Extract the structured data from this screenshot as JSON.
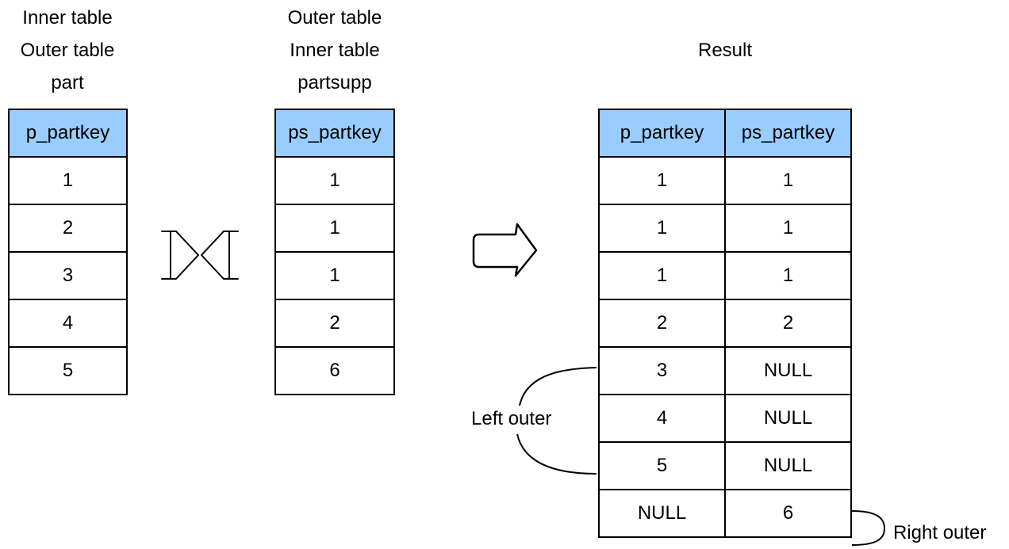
{
  "left_table": {
    "roles": [
      "Inner table",
      "Outer table"
    ],
    "name": "part",
    "header": "p_partkey",
    "rows": [
      "1",
      "2",
      "3",
      "4",
      "5"
    ]
  },
  "right_table": {
    "roles": [
      "Outer table",
      "Inner table"
    ],
    "name": "partsupp",
    "header": "ps_partkey",
    "rows": [
      "1",
      "1",
      "1",
      "2",
      "6"
    ]
  },
  "result": {
    "title": "Result",
    "headers": [
      "p_partkey",
      "ps_partkey"
    ],
    "rows": [
      [
        "1",
        "1"
      ],
      [
        "1",
        "1"
      ],
      [
        "1",
        "1"
      ],
      [
        "2",
        "2"
      ],
      [
        "3",
        "NULL"
      ],
      [
        "4",
        "NULL"
      ],
      [
        "5",
        "NULL"
      ],
      [
        "NULL",
        "6"
      ]
    ]
  },
  "annotations": {
    "left_outer": "Left outer",
    "right_outer": "Right outer"
  },
  "symbols": {
    "join": "full-outer-join-icon",
    "arrow": "right-arrow-icon"
  },
  "colors": {
    "header_fill": "#99ccff",
    "line": "#000000"
  }
}
